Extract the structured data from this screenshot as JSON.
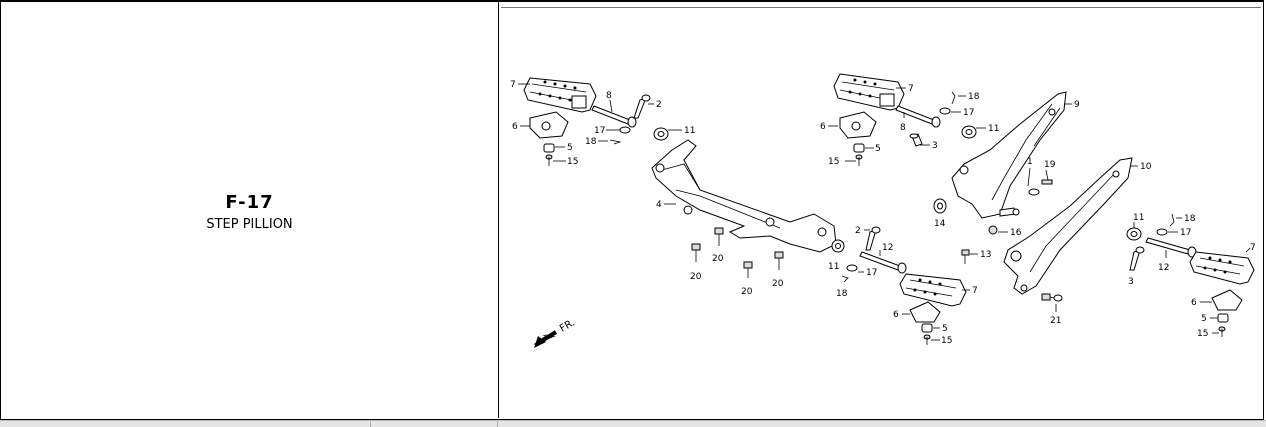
{
  "section": {
    "code": "F-17",
    "name": "STEP PILLION"
  },
  "direction_label": "FR.",
  "callouts": [
    {
      "id": "c7a",
      "text": "7"
    },
    {
      "id": "c8a",
      "text": "8"
    },
    {
      "id": "c2a",
      "text": "2"
    },
    {
      "id": "c6a",
      "text": "6"
    },
    {
      "id": "c17a",
      "text": "17"
    },
    {
      "id": "c11a",
      "text": "11"
    },
    {
      "id": "c18a",
      "text": "18"
    },
    {
      "id": "c5a",
      "text": "5"
    },
    {
      "id": "c15a",
      "text": "15"
    },
    {
      "id": "c4",
      "text": "4"
    },
    {
      "id": "c20a",
      "text": "20"
    },
    {
      "id": "c20b",
      "text": "20"
    },
    {
      "id": "c20c",
      "text": "20"
    },
    {
      "id": "c20d",
      "text": "20"
    },
    {
      "id": "c7b",
      "text": "7"
    },
    {
      "id": "c18b",
      "text": "18"
    },
    {
      "id": "c9",
      "text": "9"
    },
    {
      "id": "c17b",
      "text": "17"
    },
    {
      "id": "c6b",
      "text": "6"
    },
    {
      "id": "c8b",
      "text": "8"
    },
    {
      "id": "c11b",
      "text": "11"
    },
    {
      "id": "c5b",
      "text": "5"
    },
    {
      "id": "c3a",
      "text": "3"
    },
    {
      "id": "c15b",
      "text": "15"
    },
    {
      "id": "c1",
      "text": "1"
    },
    {
      "id": "c19",
      "text": "19"
    },
    {
      "id": "c10",
      "text": "10"
    },
    {
      "id": "c14",
      "text": "14"
    },
    {
      "id": "c2b",
      "text": "2"
    },
    {
      "id": "c16",
      "text": "16"
    },
    {
      "id": "c12a",
      "text": "12"
    },
    {
      "id": "c11c",
      "text": "11"
    },
    {
      "id": "c18c",
      "text": "18"
    },
    {
      "id": "c13",
      "text": "13"
    },
    {
      "id": "c17c",
      "text": "17"
    },
    {
      "id": "c11d",
      "text": "11"
    },
    {
      "id": "c7c",
      "text": "7"
    },
    {
      "id": "c18d",
      "text": "18"
    },
    {
      "id": "c17d",
      "text": "17"
    },
    {
      "id": "c12b",
      "text": "12"
    },
    {
      "id": "c7d",
      "text": "7"
    },
    {
      "id": "c3b",
      "text": "3"
    },
    {
      "id": "c6c",
      "text": "6"
    },
    {
      "id": "c5c",
      "text": "5"
    },
    {
      "id": "c15c",
      "text": "15"
    },
    {
      "id": "c21",
      "text": "21"
    },
    {
      "id": "c6d",
      "text": "6"
    },
    {
      "id": "c5d",
      "text": "5"
    },
    {
      "id": "c15d",
      "text": "15"
    }
  ]
}
